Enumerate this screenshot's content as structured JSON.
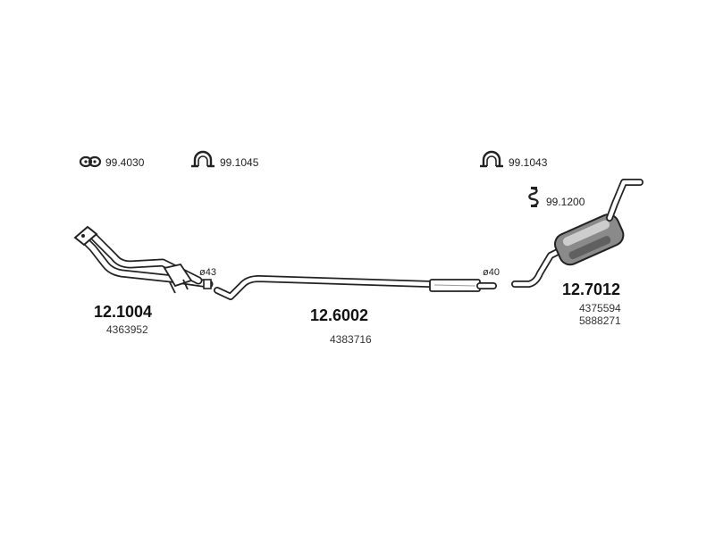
{
  "accessories": [
    {
      "code": "99.4030",
      "icon": "gasket-icon"
    },
    {
      "code": "99.1045",
      "icon": "clamp-icon"
    },
    {
      "code": "99.1043",
      "icon": "clamp-icon"
    },
    {
      "code": "99.1200",
      "icon": "rubber-hanger-icon"
    }
  ],
  "parts": [
    {
      "part_number": "12.1004",
      "oem": [
        "4363952"
      ],
      "diameter": "ø43"
    },
    {
      "part_number": "12.6002",
      "oem": [
        "4383716"
      ],
      "diameter": "ø40"
    },
    {
      "part_number": "12.7012",
      "oem": [
        "4375594",
        "5888271"
      ]
    }
  ],
  "colors": {
    "line": "#222222",
    "muffler_dark": "#555555",
    "muffler_light": "#d8d8d8"
  }
}
